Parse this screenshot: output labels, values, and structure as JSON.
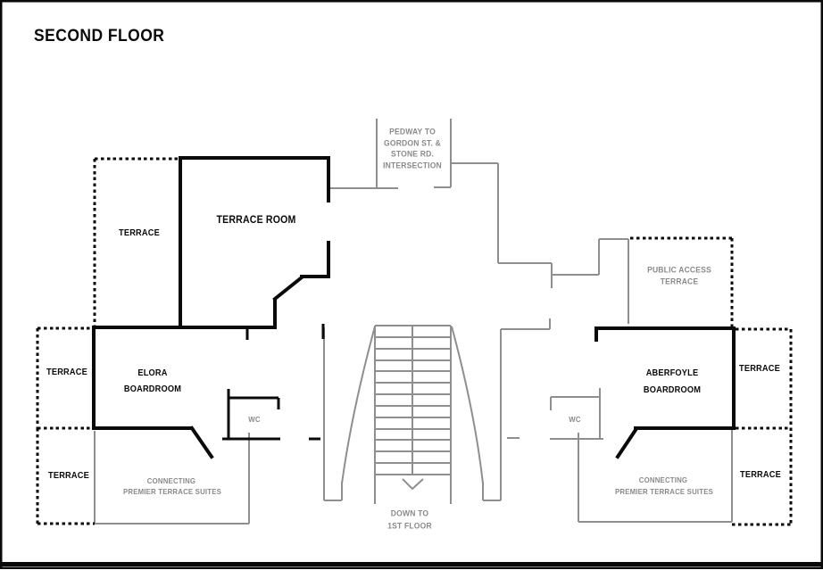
{
  "page": {
    "title": "SECOND FLOOR"
  },
  "colors": {
    "wall": "#0a0a0a",
    "gray_line": "#8f8f8f",
    "gray_text": "#8a8a8a",
    "background": "#ffffff"
  },
  "labels": {
    "pedway": {
      "l1": "PEDWAY TO",
      "l2": "GORDON ST. &",
      "l3": "STONE RD.",
      "l4": "INTERSECTION"
    },
    "terrace_room": {
      "name": "TERRACE ROOM"
    },
    "terrace_upper_left": {
      "name": "TERRACE"
    },
    "terrace_mid_left": {
      "name": "TERRACE"
    },
    "terrace_bottom_left": {
      "name": "TERRACE"
    },
    "terrace_mid_right": {
      "name": "TERRACE"
    },
    "terrace_bottom_right": {
      "name": "TERRACE"
    },
    "public_access_terrace": {
      "l1": "PUBLIC ACCESS",
      "l2": "TERRACE"
    },
    "elora_boardroom": {
      "l1": "ELORA",
      "l2": "BOARDROOM"
    },
    "aberfoyle_boardroom": {
      "l1": "ABERFOYLE",
      "l2": "BOARDROOM"
    },
    "wc_left": {
      "name": "WC"
    },
    "wc_right": {
      "name": "WC"
    },
    "suites_left": {
      "l1": "CONNECTING",
      "l2": "PREMIER TERRACE SUITES"
    },
    "suites_right": {
      "l1": "CONNECTING",
      "l2": "PREMIER TERRACE SUITES"
    },
    "stairs": {
      "l1": "DOWN TO",
      "l2": "1ST FLOOR"
    }
  }
}
